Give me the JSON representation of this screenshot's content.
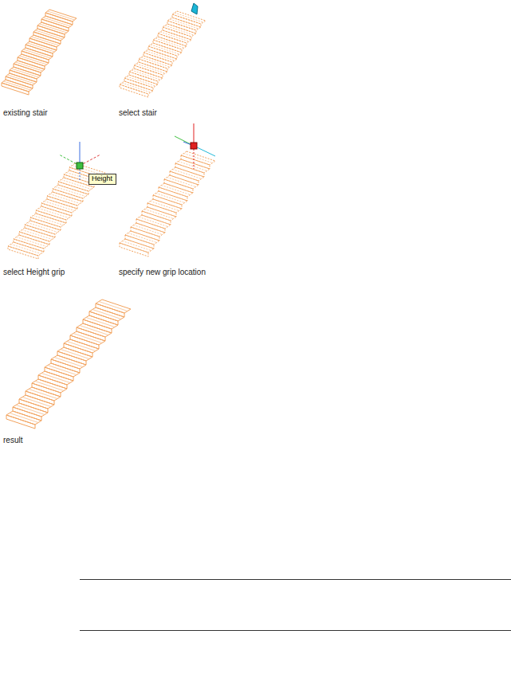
{
  "diagram": {
    "nodes": [
      {
        "text": [
          "Height"
        ]
      }
    ],
    "labels": [
      "existing stair",
      "select stair",
      "select Height grip",
      "specify new grip location",
      "result"
    ]
  }
}
